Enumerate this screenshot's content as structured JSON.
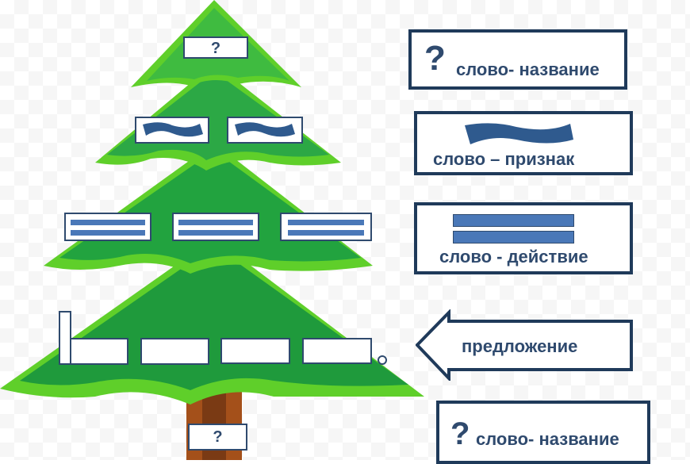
{
  "tree": {
    "top_slot": "?",
    "trunk_slot": "?"
  },
  "legend": [
    {
      "symbol": "?",
      "label": "слово- название"
    },
    {
      "label": "слово – признак"
    },
    {
      "label": "слово - действие"
    },
    {
      "label": "предложение"
    },
    {
      "symbol": "?",
      "label": "слово- название"
    }
  ],
  "colors": {
    "dark_blue": "#1f3a5a",
    "bar_blue": "#4a78b8",
    "tree_green": "#1f9a3c",
    "light_green": "#5fcf2a"
  }
}
